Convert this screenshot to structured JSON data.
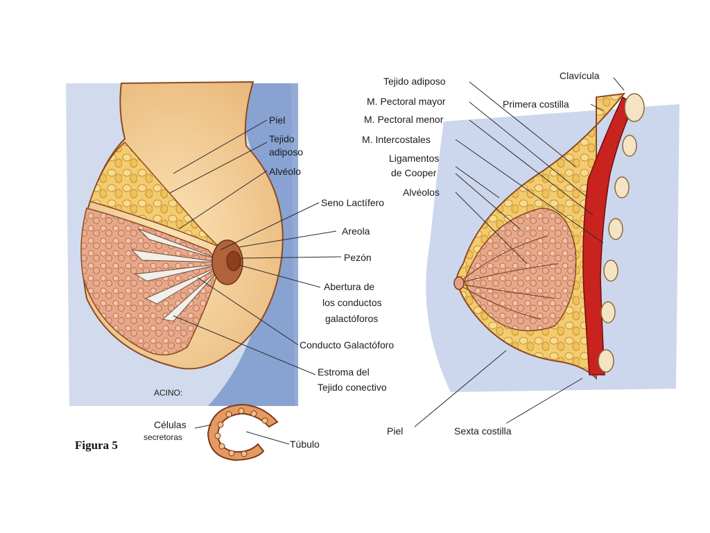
{
  "figure": {
    "caption": "Figura 5"
  },
  "left_diagram": {
    "labels": {
      "piel": "Piel",
      "tejido_adiposo_1": "Tejido",
      "tejido_adiposo_2": "adiposo",
      "alveolo": "Alvéolo",
      "seno_lactifero": "Seno Lactífero",
      "areola": "Areola",
      "pezon": "Pezón",
      "abertura_1": "Abertura de",
      "abertura_2": "los conductos",
      "abertura_3": "galactóforos",
      "conducto_galactoforo": "Conducto Galactóforo",
      "estroma_1": "Estroma del",
      "estroma_2": "Tejido conectivo"
    }
  },
  "acino": {
    "title": "ACINO:",
    "celulas_1": "Células",
    "celulas_2": "secretoras",
    "tubulo": "Túbulo"
  },
  "right_diagram": {
    "labels": {
      "tejido_adiposo": "Tejido adiposo",
      "pectoral_mayor": "M. Pectoral mayor",
      "pectoral_menor": "M. Pectoral menor",
      "intercostales": "M. Intercostales",
      "ligamentos_1": "Ligamentos",
      "ligamentos_2": "de Cooper",
      "alveolos": "Alvéolos",
      "clavicula": "Clavícula",
      "primera_costilla": "Primera costilla",
      "piel": "Piel",
      "sexta_costilla": "Sexta costilla"
    }
  }
}
